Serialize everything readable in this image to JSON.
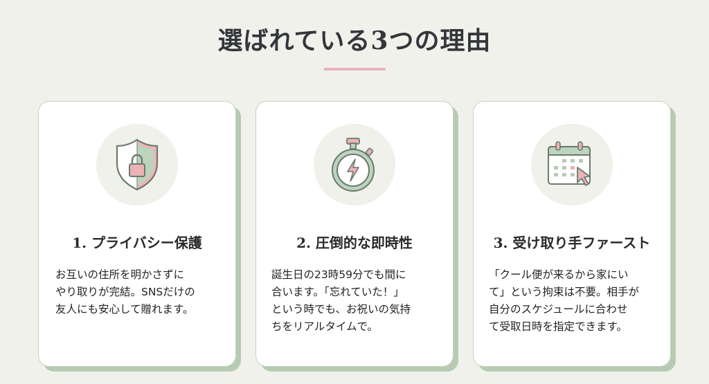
{
  "section": {
    "title": "選ばれている3つの理由",
    "accent_colors": {
      "pink": "#e8b4b8",
      "green": "#b7cbb3",
      "background": "#f1f1ec"
    }
  },
  "cards": [
    {
      "icon": "shield-lock-icon",
      "title": "1. プライバシー保護",
      "body_lines": [
        "お互いの住所を明かさずに",
        "やり取りが完結。SNSだけの",
        "友人にも安心して贈れます。"
      ]
    },
    {
      "icon": "stopwatch-lightning-icon",
      "title": "2. 圧倒的な即時性",
      "body_lines": [
        "誕生日の23時59分でも間に",
        "合います。「忘れていた！」",
        "という時でも、お祝いの気持",
        "ちをリアルタイムで。"
      ]
    },
    {
      "icon": "calendar-cursor-icon",
      "title": "3. 受け取り手ファースト",
      "body_lines": [
        "「クール便が来るから家にい",
        "て」という拘束は不要。相手が",
        "自分のスケジュールに合わせ",
        "て受取日時を指定できます。"
      ]
    }
  ]
}
